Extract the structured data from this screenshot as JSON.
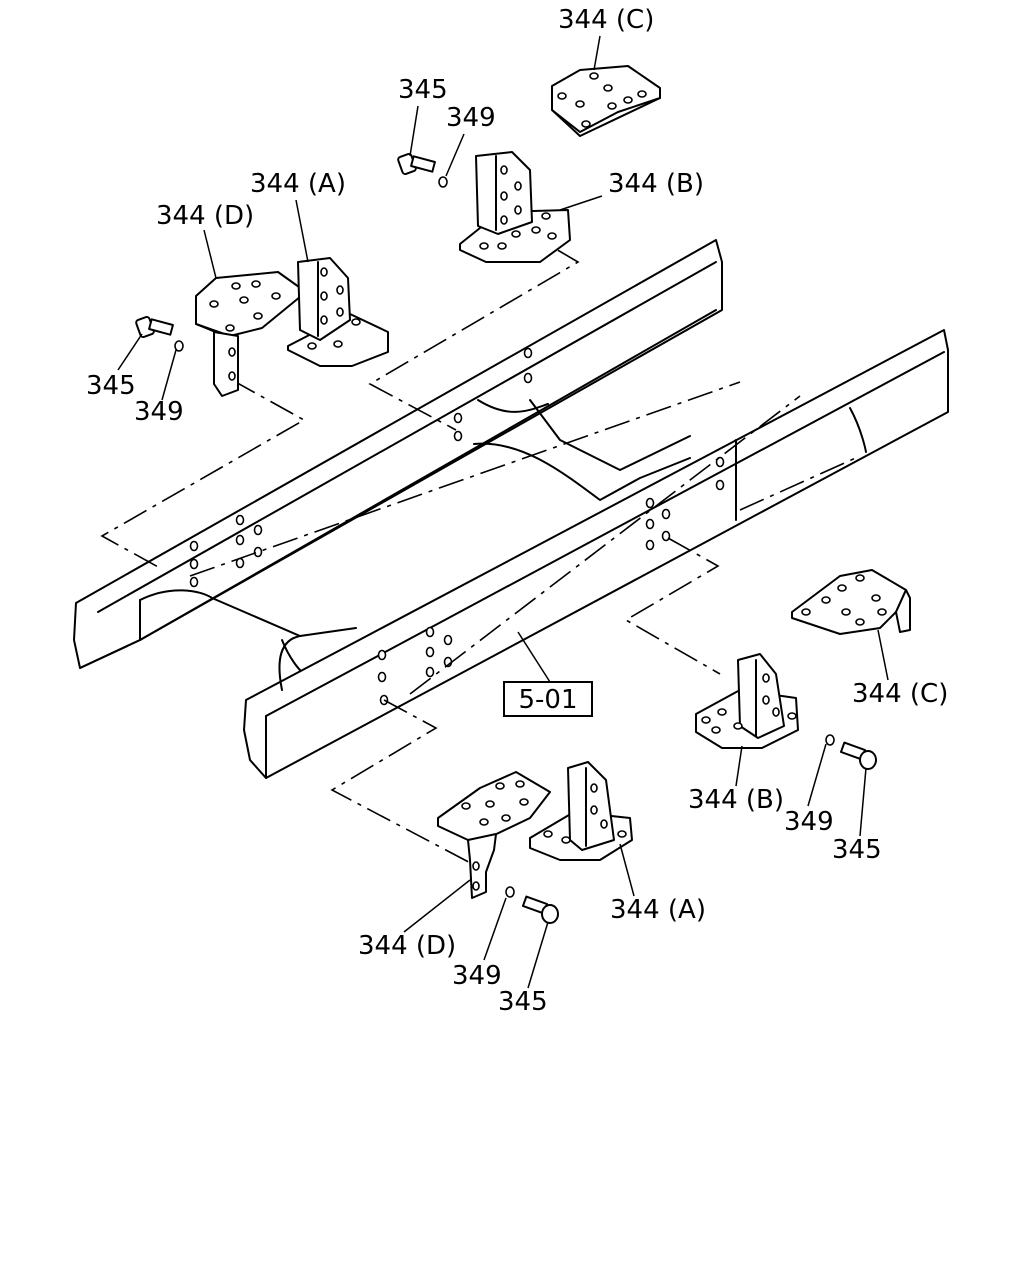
{
  "callouts": {
    "top_344c": "344 (C)",
    "top_345": "345",
    "top_349": "349",
    "top_344b": "344 (B)",
    "top_344a": "344 (A)",
    "top_344d": "344 (D)",
    "left_345": "345",
    "left_349": "349",
    "right_344c": "344 (C)",
    "right_344b": "344 (B)",
    "right_349": "349",
    "right_345": "345",
    "bottom_344a": "344 (A)",
    "bottom_344d": "344 (D)",
    "bottom_349": "349",
    "bottom_345": "345"
  },
  "reference": {
    "label": "5-01"
  }
}
